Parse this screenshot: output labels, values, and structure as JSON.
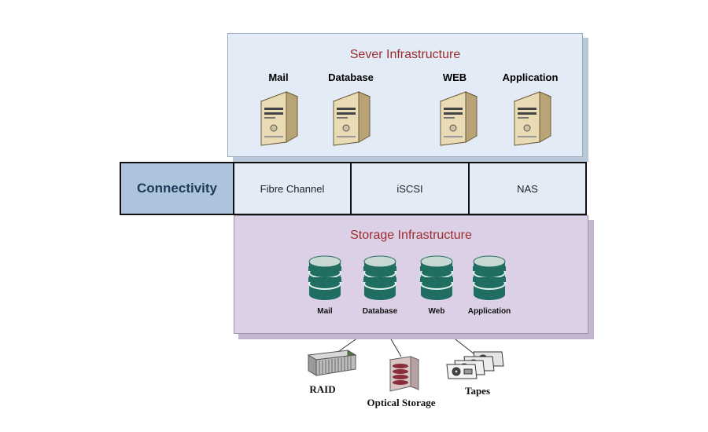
{
  "server": {
    "title": "Sever Infrastructure",
    "servers": [
      {
        "label": "Mail"
      },
      {
        "label": "Database"
      },
      {
        "label": "WEB"
      },
      {
        "label": "Application"
      }
    ]
  },
  "connectivity": {
    "label": "Connectivity",
    "types": [
      "Fibre Channel",
      "iSCSI",
      "NAS"
    ]
  },
  "storage": {
    "title": "Storage Infrastructure",
    "databases": [
      {
        "label": "Mail"
      },
      {
        "label": "Database"
      },
      {
        "label": "Web"
      },
      {
        "label": "Application"
      }
    ]
  },
  "devices": {
    "raid": "RAID",
    "optical": "Optical Storage",
    "tapes": "Tapes"
  },
  "colors": {
    "title_red": "#9b2c2c",
    "server_panel": "#e3ecf6",
    "storage_panel": "#dcd0e6",
    "connectivity_head": "#adc4dc",
    "database_teal": "#1f6e61"
  }
}
